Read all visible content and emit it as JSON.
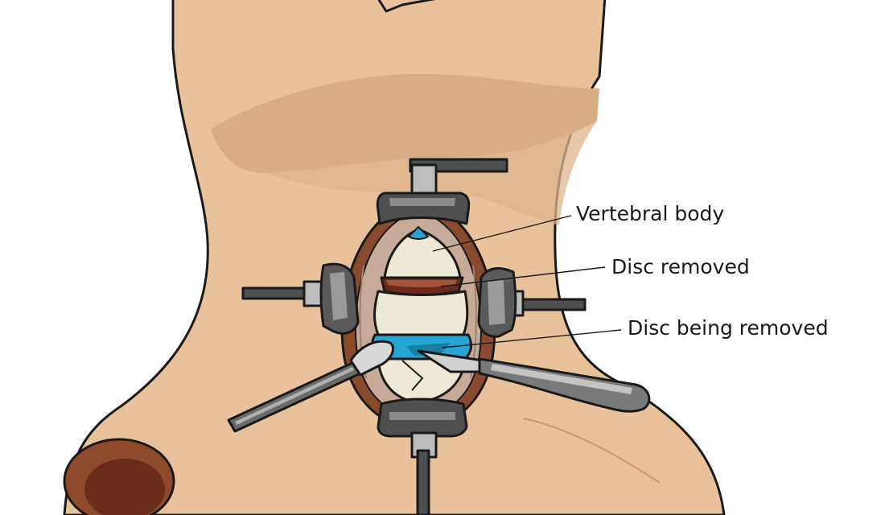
{
  "labels": {
    "vertebral_body": "Vertebral body",
    "disc_removed": "Disc removed",
    "disc_being_removed": "Disc being removed"
  },
  "colors": {
    "skin": "#e9c29b",
    "skin_shadow": "#d4a980",
    "skin_outline": "#1a1a1a",
    "wound_edge": "#8a4a2e",
    "bone": "#eee8d6",
    "disc_cavity": "#6b2a1c",
    "disc_blue": "#27a6d6",
    "metal_dark": "#4f4f4f",
    "metal_light": "#bdbdbd",
    "muscle": "#8f4a2b",
    "tissue": "#c6ab98"
  }
}
